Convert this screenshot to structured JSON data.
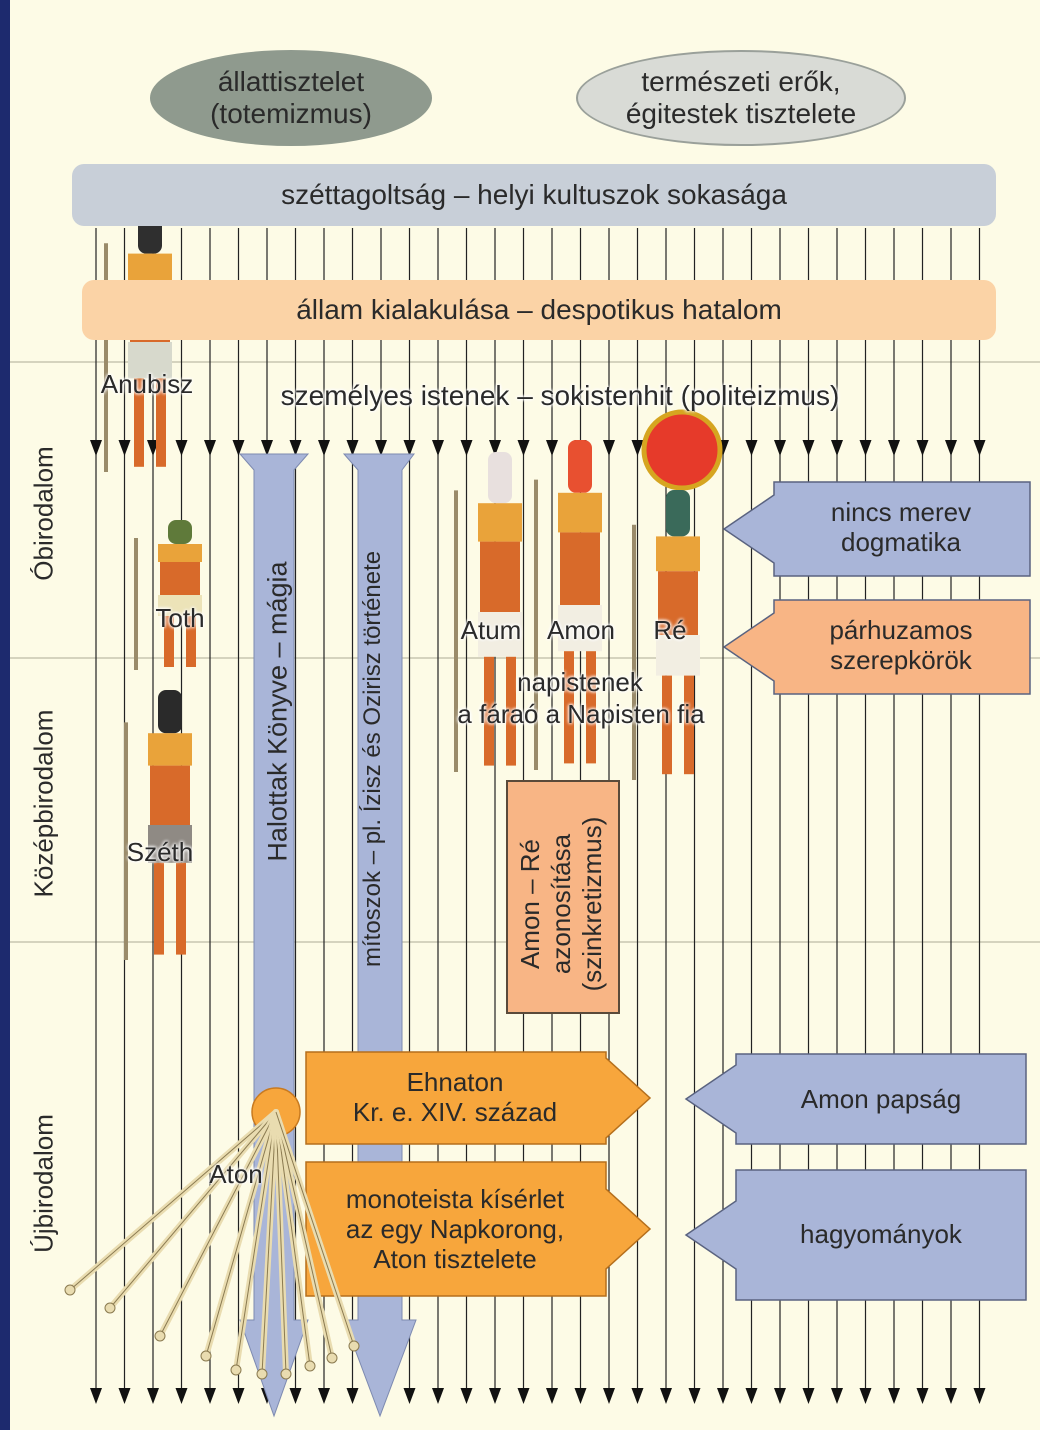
{
  "top": {
    "ellipse_animals": "állattisztelet\n(totemizmus)",
    "ellipse_nature": "természeti erők,\négitestek tisztelete",
    "bar_fragmentation": "széttagoltság – helyi kultuszok sokasága",
    "bar_state": "állam kialakulása – despotikus hatalom",
    "polytheism": "személyes istenek – sokistenhit (politeizmus)"
  },
  "eras": {
    "old": "Óbirodalom",
    "middle": "Középbirodalom",
    "new": "Újbirodalom"
  },
  "gods": {
    "anubis": "Anubisz",
    "thoth": "Toth",
    "seth": "Széth",
    "atum": "Atum",
    "amon": "Amon",
    "re": "Ré",
    "aton": "Aton"
  },
  "columns": {
    "book_of_dead": "Halottak Könyve – mágia",
    "myths": "mítoszok – pl. Ízisz és Ozirisz története",
    "amon_re": "Amon – Ré\nazonosítása\n(szinkretizmus)"
  },
  "sun_gods": {
    "line1": "napistenek",
    "line2": "a fáraó a Napisten fia"
  },
  "right_blue": {
    "dogma": "nincs merev\ndogmatika",
    "priesthood": "Amon papság",
    "traditions": "hagyományok"
  },
  "right_orange": {
    "roles": "párhuzamos\nszerepkörök"
  },
  "akhenaten": {
    "ruler": "Ehnaton\nKr. e. XIV. század",
    "monotheism": "monoteista kísérlet\naz egy Napkorong,\nAton tisztelete"
  },
  "colors": {
    "background": "#fdfbe6",
    "frame": "#1d2a6e",
    "grey_oval": "#8f9a8e",
    "light_oval": "#d9dbd6",
    "grey_bar": "#c8cfd8",
    "peach": "#fbd3a6",
    "blue": "#a9b5d8",
    "orange": "#f7a63c",
    "salmon": "#f8b585"
  }
}
